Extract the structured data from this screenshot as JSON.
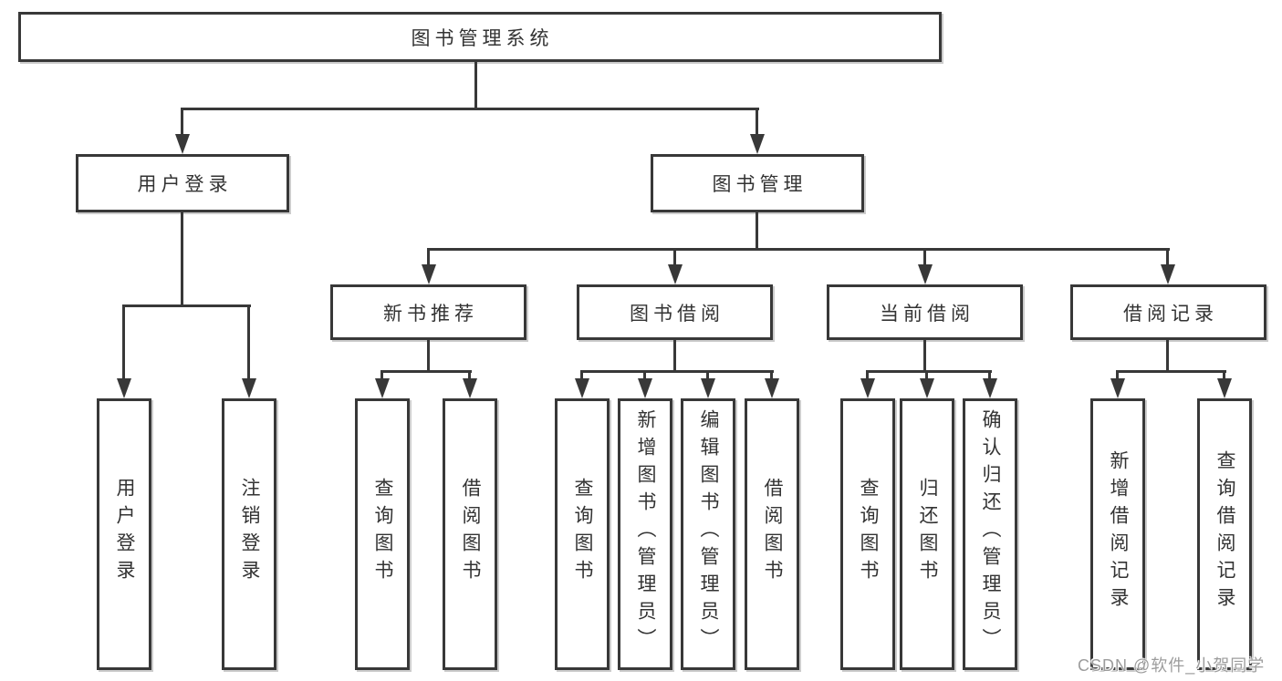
{
  "colors": {
    "line": "#383838",
    "text": "#333333",
    "background": "#ffffff",
    "watermark": "#9c9c9c"
  },
  "tree": {
    "label": "图书管理系统",
    "children": [
      {
        "label": "用户登录",
        "children": [
          {
            "label": "用户登录"
          },
          {
            "label": "注销登录"
          }
        ]
      },
      {
        "label": "图书管理",
        "children": [
          {
            "label": "新书推荐",
            "children": [
              {
                "label": "查询图书"
              },
              {
                "label": "借阅图书"
              }
            ]
          },
          {
            "label": "图书借阅",
            "children": [
              {
                "label": "查询图书"
              },
              {
                "label": "新增图书（管理员）"
              },
              {
                "label": "编辑图书（管理员）"
              },
              {
                "label": "借阅图书"
              }
            ]
          },
          {
            "label": "当前借阅",
            "children": [
              {
                "label": "查询图书"
              },
              {
                "label": "归还图书"
              },
              {
                "label": "确认归还（管理员）"
              }
            ]
          },
          {
            "label": "借阅记录",
            "children": [
              {
                "label": "新增借阅记录"
              },
              {
                "label": "查询借阅记录"
              }
            ]
          }
        ]
      }
    ]
  },
  "watermark": {
    "text": "CSDN @软件_小贺同学"
  }
}
